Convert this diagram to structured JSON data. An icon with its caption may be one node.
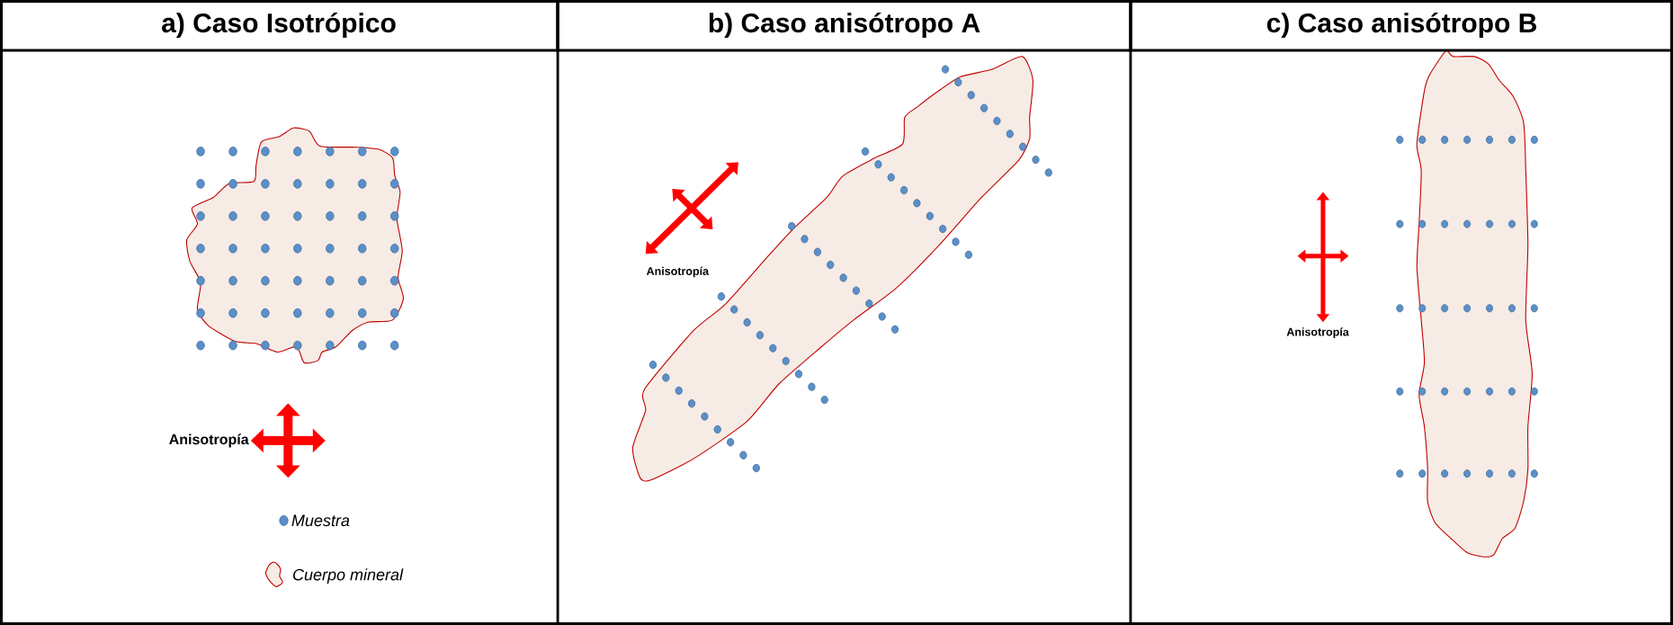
{
  "diagram": {
    "nodes": [
      {
        "text": [
          "a)   Caso Isotrópico"
        ]
      },
      {
        "text": [
          "b)   Caso anisótropo A"
        ]
      },
      {
        "text": [
          "c)   Caso anisótropo B"
        ]
      }
    ],
    "labels": [
      "Anisotropía",
      "Anisotropía",
      "Anisotropía"
    ],
    "legend": [
      {
        "text": "Muestra"
      },
      {
        "text": "Cuerpo mineral"
      }
    ]
  }
}
